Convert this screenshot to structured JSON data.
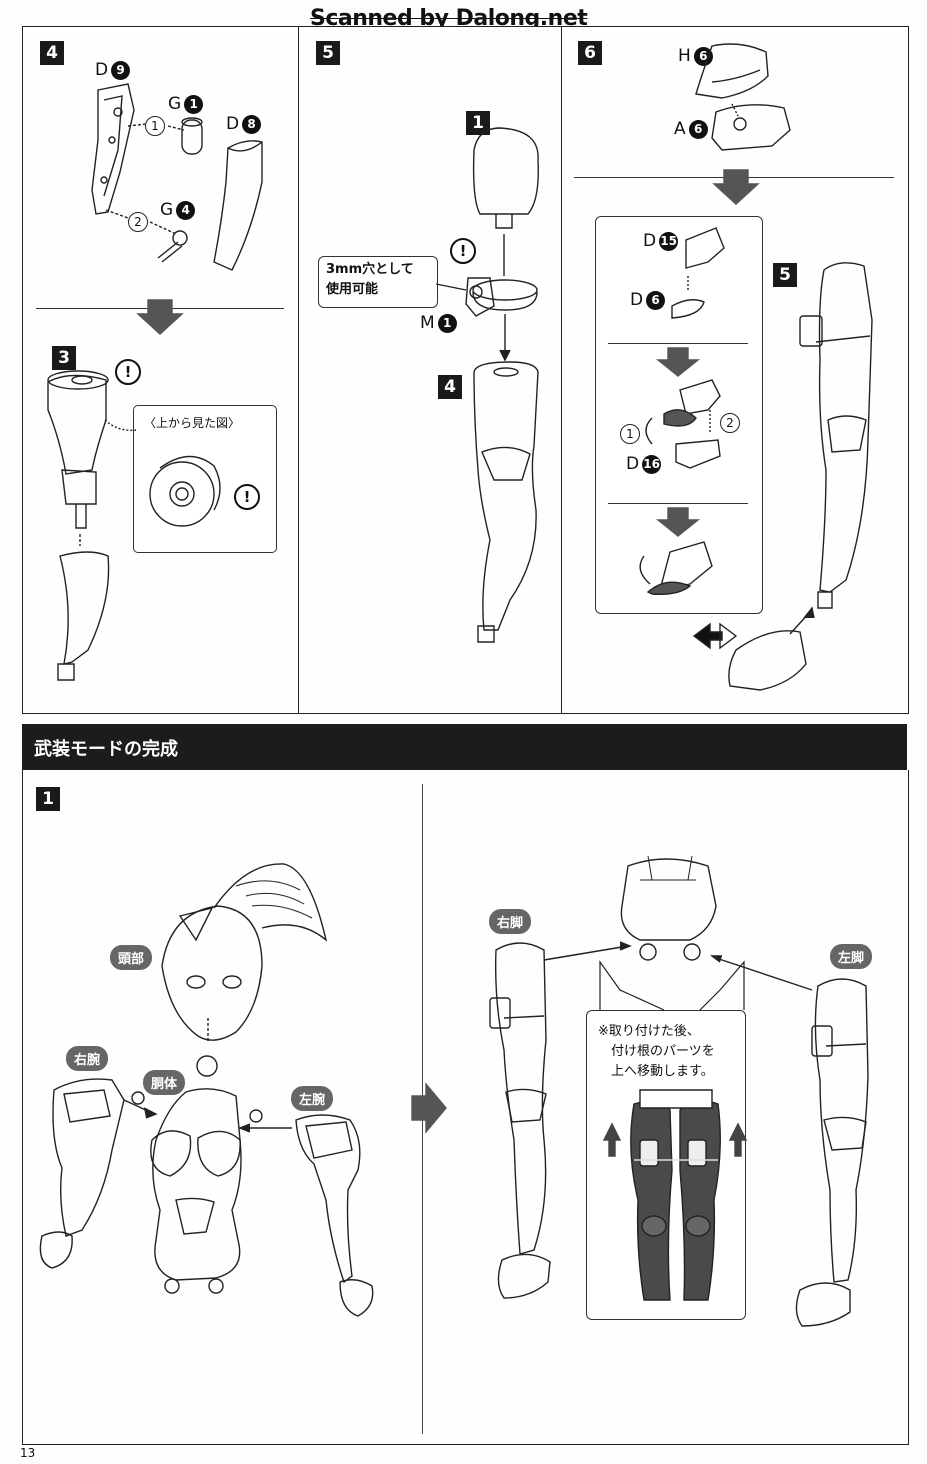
{
  "watermark": "Scanned by Dalong.net",
  "steps": {
    "s4": {
      "num": "4",
      "sub_num": "3"
    },
    "s5": {
      "num": "5",
      "top_part_num": "1",
      "bottom_part_num": "4"
    },
    "s6": {
      "num": "6",
      "side_num": "5"
    }
  },
  "parts": {
    "d9": {
      "letter": "D",
      "num": "9"
    },
    "g1": {
      "letter": "G",
      "num": "1"
    },
    "d8": {
      "letter": "D",
      "num": "8"
    },
    "g4": {
      "letter": "G",
      "num": "4"
    },
    "m1": {
      "letter": "M",
      "num": "1"
    },
    "h6": {
      "letter": "H",
      "num": "6"
    },
    "a6": {
      "letter": "A",
      "num": "6"
    },
    "d15": {
      "letter": "D",
      "num": "15"
    },
    "d6": {
      "letter": "D",
      "num": "6"
    },
    "d16": {
      "letter": "D",
      "num": "16"
    }
  },
  "order_marks": {
    "one": "1",
    "two": "2"
  },
  "warning_mark": "!",
  "top_view_caption": "〈上から見た図〉",
  "hole_note": [
    "3mm穴として",
    "使用可能"
  ],
  "section_title": "武装モードの完成",
  "final_step_num": "1",
  "tags": {
    "head": "頭部",
    "right_arm": "右腕",
    "torso": "胴体",
    "left_arm": "左腕",
    "right_leg": "右脚",
    "left_leg": "左脚"
  },
  "move_note": [
    "※取り付けた後、",
    "付け根のパーツを",
    "上へ移動します。"
  ],
  "page_number": "13"
}
